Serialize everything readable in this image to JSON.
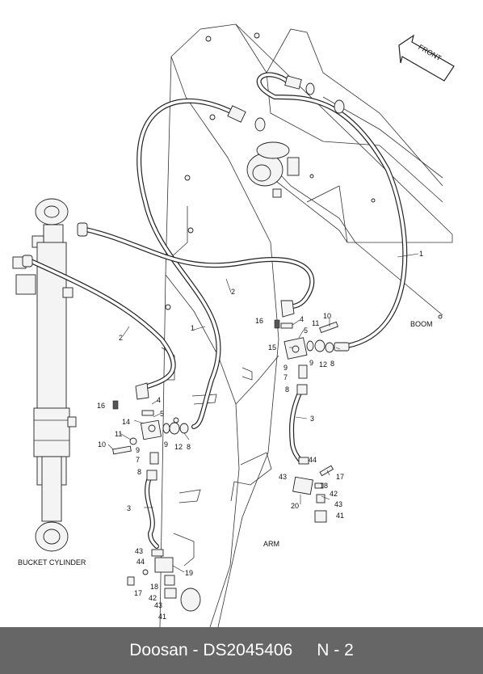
{
  "footer": {
    "brand": "Doosan",
    "separator": "-",
    "part_number": "DS2045406",
    "section": "N - 2"
  },
  "direction": {
    "label": "FRONT"
  },
  "captions": {
    "boom": "BOOM",
    "arm": "ARM",
    "bucket_cylinder": "BUCKET CYLINDER"
  },
  "callouts": [
    {
      "id": "c1a",
      "text": "1"
    },
    {
      "id": "c1b",
      "text": "1"
    },
    {
      "id": "c2a",
      "text": "2"
    },
    {
      "id": "c2b",
      "text": "2"
    },
    {
      "id": "c3a",
      "text": "3"
    },
    {
      "id": "c3b",
      "text": "3"
    },
    {
      "id": "c4a",
      "text": "4"
    },
    {
      "id": "c4b",
      "text": "4"
    },
    {
      "id": "c5a",
      "text": "5"
    },
    {
      "id": "c5b",
      "text": "5"
    },
    {
      "id": "c7a",
      "text": "7"
    },
    {
      "id": "c7b",
      "text": "7"
    },
    {
      "id": "c8a",
      "text": "8"
    },
    {
      "id": "c8b",
      "text": "8"
    },
    {
      "id": "c8c",
      "text": "8"
    },
    {
      "id": "c8d",
      "text": "8"
    },
    {
      "id": "c9a",
      "text": "9"
    },
    {
      "id": "c9b",
      "text": "9"
    },
    {
      "id": "c9c",
      "text": "9"
    },
    {
      "id": "c9d",
      "text": "9"
    },
    {
      "id": "c10a",
      "text": "10"
    },
    {
      "id": "c10b",
      "text": "10"
    },
    {
      "id": "c11a",
      "text": "11"
    },
    {
      "id": "c11b",
      "text": "11"
    },
    {
      "id": "c12a",
      "text": "12"
    },
    {
      "id": "c12b",
      "text": "12"
    },
    {
      "id": "c14",
      "text": "14"
    },
    {
      "id": "c15",
      "text": "15"
    },
    {
      "id": "c16a",
      "text": "16"
    },
    {
      "id": "c16b",
      "text": "16"
    },
    {
      "id": "c17a",
      "text": "17"
    },
    {
      "id": "c17b",
      "text": "17"
    },
    {
      "id": "c18a",
      "text": "18"
    },
    {
      "id": "c18b",
      "text": "18"
    },
    {
      "id": "c19",
      "text": "19"
    },
    {
      "id": "c20",
      "text": "20"
    },
    {
      "id": "c41a",
      "text": "41"
    },
    {
      "id": "c41b",
      "text": "41"
    },
    {
      "id": "c42a",
      "text": "42"
    },
    {
      "id": "c42b",
      "text": "42"
    },
    {
      "id": "c43a",
      "text": "43"
    },
    {
      "id": "c43b",
      "text": "43"
    },
    {
      "id": "c43c",
      "text": "43"
    },
    {
      "id": "c43d",
      "text": "43"
    },
    {
      "id": "c44a",
      "text": "44"
    },
    {
      "id": "c44b",
      "text": "44"
    }
  ]
}
